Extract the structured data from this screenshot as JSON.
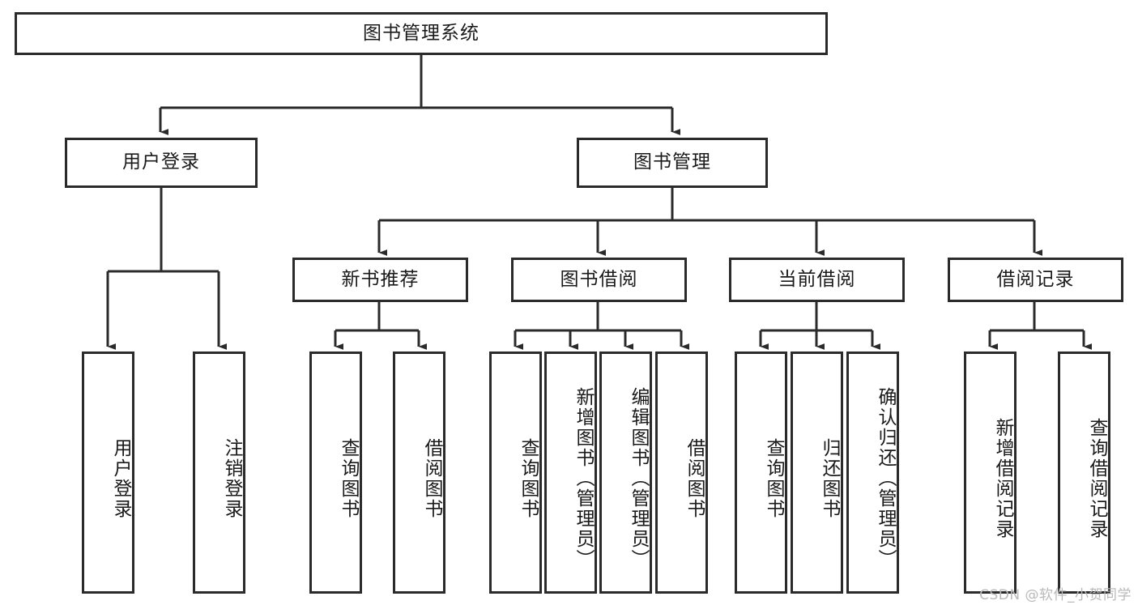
{
  "diagram": {
    "title": "图书管理系统",
    "watermark": "CSDN @软件_小贺同学",
    "colors": {
      "box_border": "#2b2b2b",
      "box_fill": "#ffffff",
      "edge": "#2b2b2b",
      "text": "#1a1a1a",
      "watermark": "#b9b9b9",
      "background": "#ffffff"
    },
    "nodes": {
      "root": {
        "label": "图书管理系统",
        "orientation": "horizontal"
      },
      "user_login": {
        "label": "用户登录",
        "orientation": "horizontal"
      },
      "book_manage": {
        "label": "图书管理",
        "orientation": "horizontal"
      },
      "new_book_rec": {
        "label": "新书推荐",
        "orientation": "horizontal"
      },
      "book_borrow": {
        "label": "图书借阅",
        "orientation": "horizontal"
      },
      "current_borrow": {
        "label": "当前借阅",
        "orientation": "horizontal"
      },
      "borrow_record": {
        "label": "借阅记录",
        "orientation": "horizontal"
      },
      "leaf_user_login": {
        "label": "用户登录",
        "orientation": "vertical"
      },
      "leaf_logout": {
        "label": "注销登录",
        "orientation": "vertical"
      },
      "leaf_rec_query": {
        "label": "查询图书",
        "orientation": "vertical"
      },
      "leaf_rec_borrow": {
        "label": "借阅图书",
        "orientation": "vertical"
      },
      "leaf_borrow_query": {
        "label": "查询图书",
        "orientation": "vertical"
      },
      "leaf_borrow_add": {
        "label": "新增图书（管理员）",
        "orientation": "vertical"
      },
      "leaf_borrow_edit": {
        "label": "编辑图书（管理员）",
        "orientation": "vertical"
      },
      "leaf_borrow_lend": {
        "label": "借阅图书",
        "orientation": "vertical"
      },
      "leaf_cur_query": {
        "label": "查询图书",
        "orientation": "vertical"
      },
      "leaf_cur_return": {
        "label": "归还图书",
        "orientation": "vertical"
      },
      "leaf_cur_confirm": {
        "label": "确认归还（管理员）",
        "orientation": "vertical"
      },
      "leaf_rec_add": {
        "label": "新增借阅记录",
        "orientation": "vertical"
      },
      "leaf_rec_query2": {
        "label": "查询借阅记录",
        "orientation": "vertical"
      }
    }
  },
  "chart_data": {
    "type": "diagram",
    "diagram_type": "tree-hierarchy",
    "title": "图书管理系统",
    "levels": 4,
    "tree": {
      "label": "图书管理系统",
      "children": [
        {
          "label": "用户登录",
          "children": [
            {
              "label": "用户登录",
              "children": []
            },
            {
              "label": "注销登录",
              "children": []
            }
          ]
        },
        {
          "label": "图书管理",
          "children": [
            {
              "label": "新书推荐",
              "children": [
                {
                  "label": "查询图书",
                  "children": []
                },
                {
                  "label": "借阅图书",
                  "children": []
                }
              ]
            },
            {
              "label": "图书借阅",
              "children": [
                {
                  "label": "查询图书",
                  "children": []
                },
                {
                  "label": "新增图书（管理员）",
                  "children": []
                },
                {
                  "label": "编辑图书（管理员）",
                  "children": []
                },
                {
                  "label": "借阅图书",
                  "children": []
                }
              ]
            },
            {
              "label": "当前借阅",
              "children": [
                {
                  "label": "查询图书",
                  "children": []
                },
                {
                  "label": "归还图书",
                  "children": []
                },
                {
                  "label": "确认归还（管理员）",
                  "children": []
                }
              ]
            },
            {
              "label": "借阅记录",
              "children": [
                {
                  "label": "新增借阅记录",
                  "children": []
                },
                {
                  "label": "查询借阅记录",
                  "children": []
                }
              ]
            }
          ]
        }
      ]
    }
  }
}
